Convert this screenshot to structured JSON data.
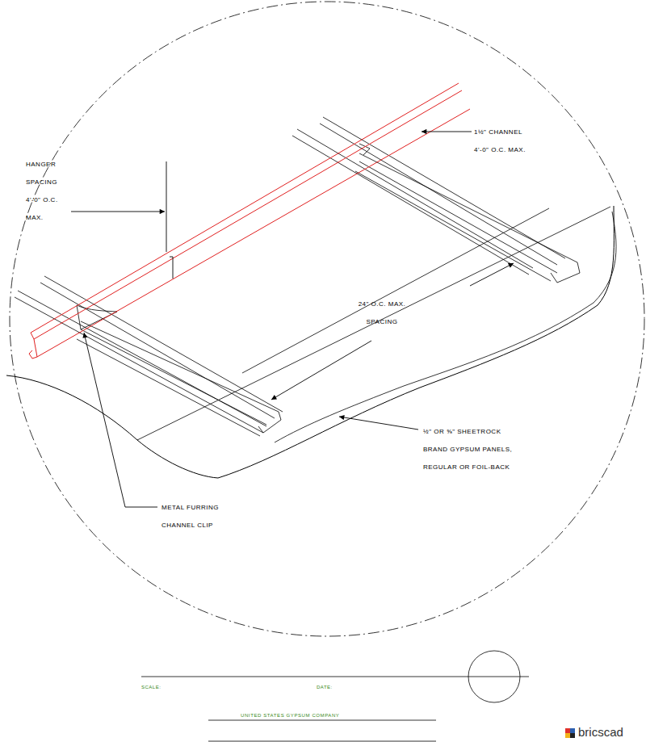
{
  "diagram": {
    "labels": [
      "HANGER SPACING 4'-0\" O.C. MAX.",
      "1½\" CHANNEL 4'-0\" O.C. MAX.",
      "24\" O.C. MAX. SPACING",
      "½\" OR ⅝\" SHEETROCK BRAND GYPSUM PANELS, REGULAR OR FOIL-BACK",
      "METAL FURRING CHANNEL CLIP",
      "SCALE:",
      "DATE:",
      "UNITED STATES GYPSUM COMPANY",
      "bricscad"
    ]
  }
}
